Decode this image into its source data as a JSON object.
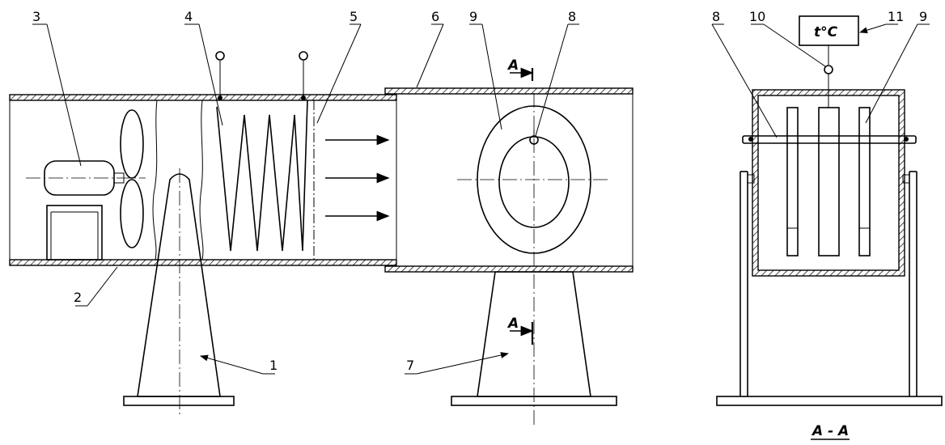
{
  "labels": {
    "l1": "1",
    "l2": "2",
    "l3": "3",
    "l4": "4",
    "l5": "5",
    "l6": "6",
    "l7": "7",
    "l8a": "8",
    "l9a": "9",
    "l8b": "8",
    "l9b": "9",
    "l10": "10",
    "l11": "11"
  },
  "section_marker": "A",
  "section_marker_bottom": "A",
  "section_title": "A - A",
  "thermometer_label": "t°C"
}
